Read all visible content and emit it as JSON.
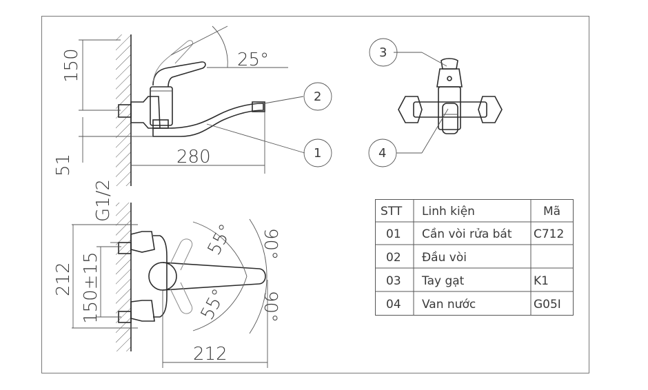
{
  "drawing": {
    "side_view": {
      "dim_height": "150",
      "dim_angle": "25°",
      "dim_offset": "51",
      "dim_length": "280"
    },
    "top_view": {
      "dim_thread": "G1/2",
      "dim_total": "212",
      "dim_spacing": "150±15",
      "dim_angle_a1": "55°",
      "dim_angle_a2": "55°",
      "dim_angle_b1": "90°",
      "dim_angle_b2": "90°",
      "dim_width": "212"
    },
    "callouts": [
      "1",
      "2",
      "3",
      "4"
    ]
  },
  "parts_table": {
    "headers": [
      "STT",
      "Linh kiện",
      "Mã"
    ],
    "rows": [
      [
        "01",
        "Cần vòi rửa bát",
        "C712"
      ],
      [
        "02",
        "Đầu vòi",
        ""
      ],
      [
        "03",
        "Tay gạt",
        "K1"
      ],
      [
        "04",
        "Van nước",
        "G05I"
      ]
    ]
  }
}
